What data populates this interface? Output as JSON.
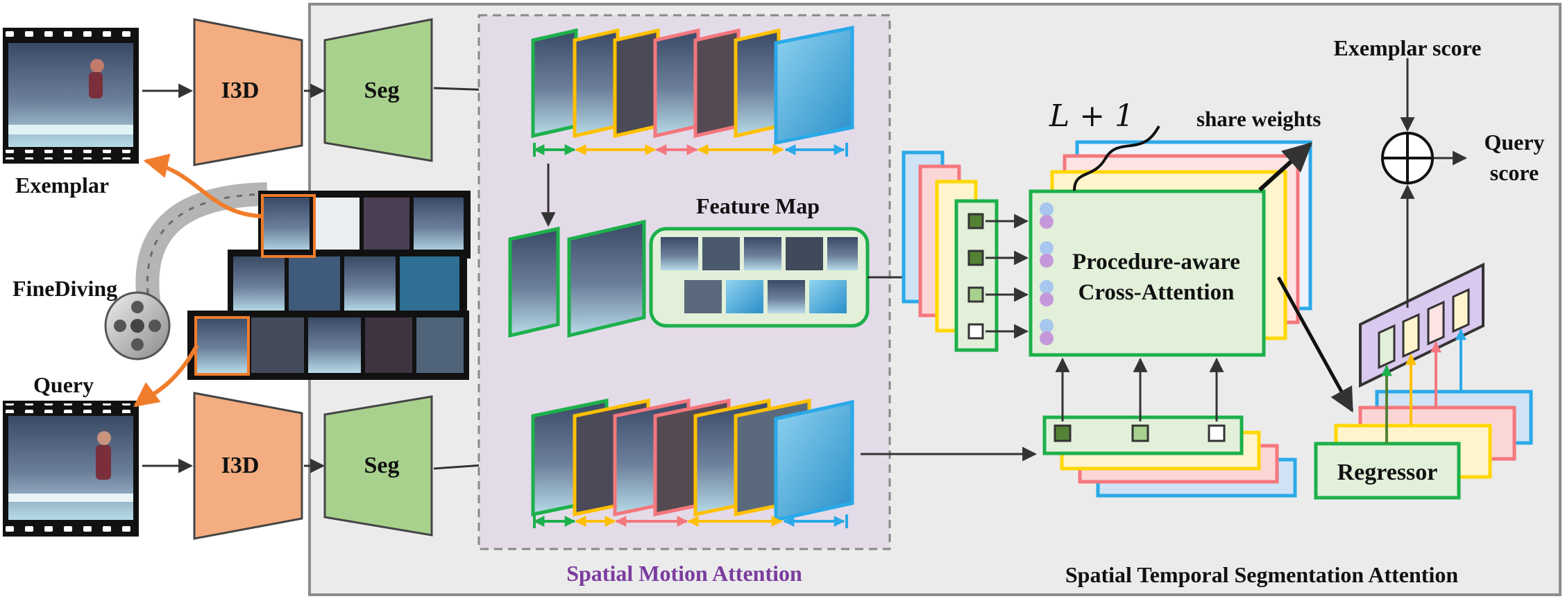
{
  "labels": {
    "exemplar": "Exemplar",
    "query": "Query",
    "finediving": "FineDiving",
    "i3d_top": "I3D",
    "i3d_bottom": "I3D",
    "seg_top": "Seg",
    "seg_bottom": "Seg",
    "feature_map": "Feature Map",
    "spatial_motion_attention": "Spatial Motion Attention",
    "l_plus_one": "L + 1",
    "share_weights": "share weights",
    "cross_attention_line1": "Procedure-aware",
    "cross_attention_line2": "Cross-Attention",
    "exemplar_score": "Exemplar score",
    "query_score_line1": "Query",
    "query_score_line2": "score",
    "regressor": "Regressor",
    "stsa": "Spatial Temporal Segmentation Attention"
  },
  "colors": {
    "orange_block": "#f3ad80",
    "green_block": "#a9d18e",
    "light_green": "#e2efd9",
    "purple_panel": "#e4dbe9",
    "lavender": "#d9c9ee",
    "stage_green": "#1db04b",
    "stage_yellow": "#ffc000",
    "stage_red": "#f4777d",
    "stage_blue": "#2aa9e8",
    "orange_arrow": "#f07d2c",
    "dot_blue": "#a7c7ee",
    "dot_purple": "#c598db",
    "title_purple": "#7a3c9e"
  }
}
